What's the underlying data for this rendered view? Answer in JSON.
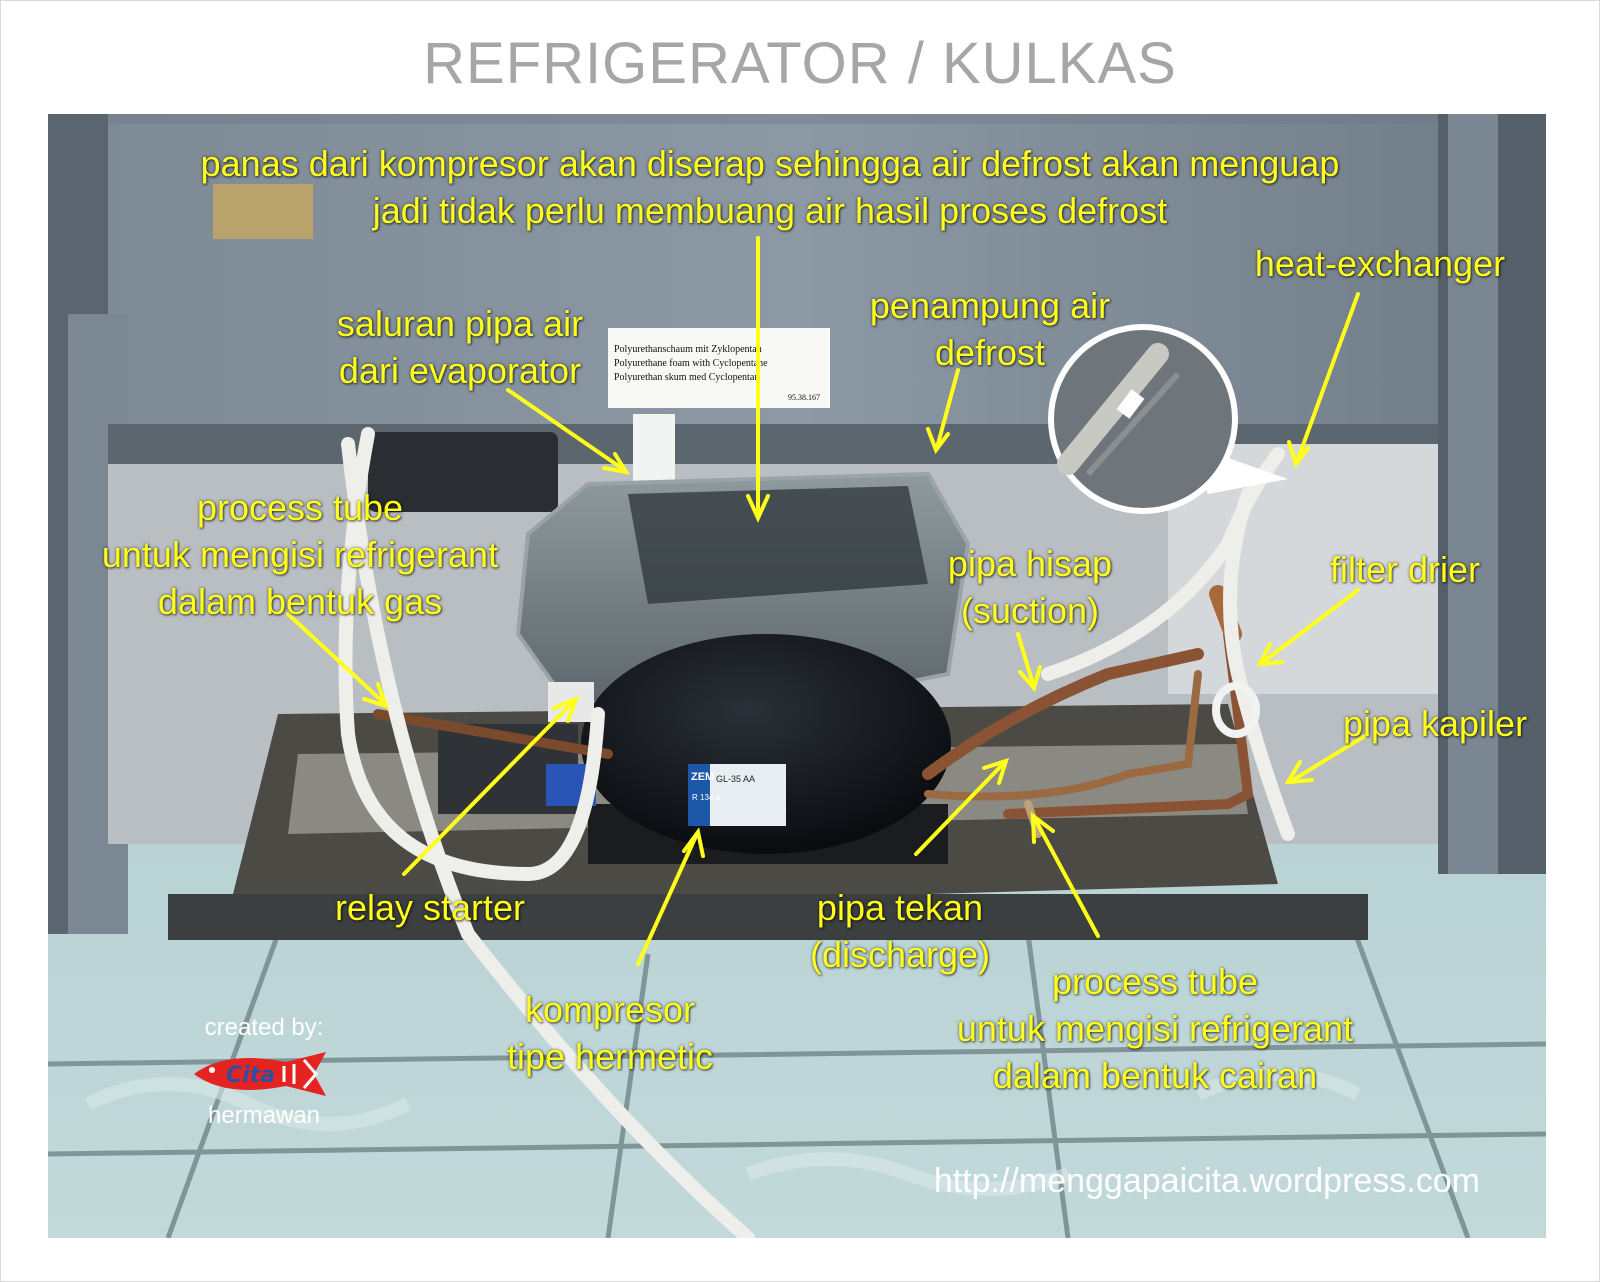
{
  "title": "REFRIGERATOR / KULKAS",
  "labels": {
    "defrost_note": [
      "panas dari kompresor akan diserap sehingga air defrost akan menguap",
      "jadi tidak perlu membuang air hasil proses defrost"
    ],
    "water_pipe": [
      "saluran pipa air",
      "dari evaporator"
    ],
    "defrost_tray": [
      "penampung air",
      "defrost"
    ],
    "heat_exchanger": [
      "heat-exchanger"
    ],
    "process_tube_gas": [
      "process tube",
      "untuk mengisi refrigerant",
      "dalam bentuk gas"
    ],
    "suction_pipe": [
      "pipa hisap",
      "(suction)"
    ],
    "filter_drier": [
      "filter drier"
    ],
    "capillary_pipe": [
      "pipa kapiler"
    ],
    "relay_starter": [
      "relay starter"
    ],
    "discharge_pipe": [
      "pipa tekan",
      "(discharge)"
    ],
    "compressor": [
      "kompresor",
      "tipe hermetic"
    ],
    "process_tube_liquid": [
      "process tube",
      "untuk mengisi refrigerant",
      "dalam bentuk cairan"
    ]
  },
  "sticker_text": [
    "Polyurethanschaum mit Zyklopentan",
    "Polyurethane foam with Cyclopentane",
    "Polyurethan skum med Cyclopentan",
    "95.38.167"
  ],
  "compressor_plate": [
    "ZEM",
    "GL-35 AA",
    "R 134 a"
  ],
  "credit": {
    "created_by": "created by:",
    "name": "hermawan",
    "logo_text": "Cita"
  },
  "url": "http://menggapaicita.wordpress.com",
  "colors": {
    "label": "#ffff1a",
    "title": "#a6a6a6",
    "logo_red": "#e52421",
    "logo_blue": "#2b4fa3"
  }
}
